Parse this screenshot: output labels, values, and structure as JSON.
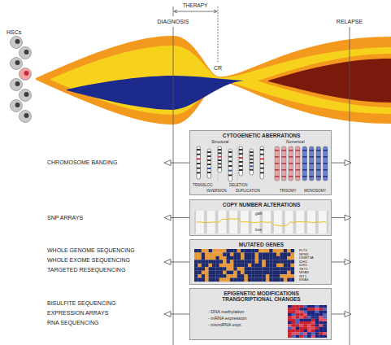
{
  "diagram": {
    "nodes": [
      {
        "text": [
          "CYTOGENETIC ABERRATIONS",
          "Structural",
          "Numerical",
          "TRANSLOC.",
          "INVERSION",
          "DELETION",
          "DUPLICATION",
          "TRISOMY",
          "MONOSOMY"
        ]
      },
      {
        "text": [
          "COPY NUMBER ALTERATIONS",
          "gain",
          "loss"
        ]
      },
      {
        "text": [
          "MUTATED GENES",
          "FLT3",
          "NPM1",
          "DNMT3A",
          "IDH2",
          "IDH1",
          "TET2",
          "NRAS",
          "WT1",
          "KRAS"
        ]
      },
      {
        "text": [
          "EPIGENETIC MODIFICATIONS TRANSCRIPTIONAL CHANGES",
          "- DNA methylation",
          "- mRNA expression",
          "- microRNA expr."
        ]
      }
    ],
    "labels": [
      "THERAPY",
      "DIAGNOSIS",
      "CR",
      "RELAPSE",
      "HSCs",
      "CHROMOSOME BANDING",
      "SNP ARRAYS",
      "WHOLE GENOME SEQUENCING",
      "WHOLE EXOME SEQUENCING",
      "TARGETED RESEQUENCING",
      "BISULFITE SEQUENCING",
      "EXPRESSION ARRAYS",
      "RNA SEQUENCING"
    ]
  }
}
